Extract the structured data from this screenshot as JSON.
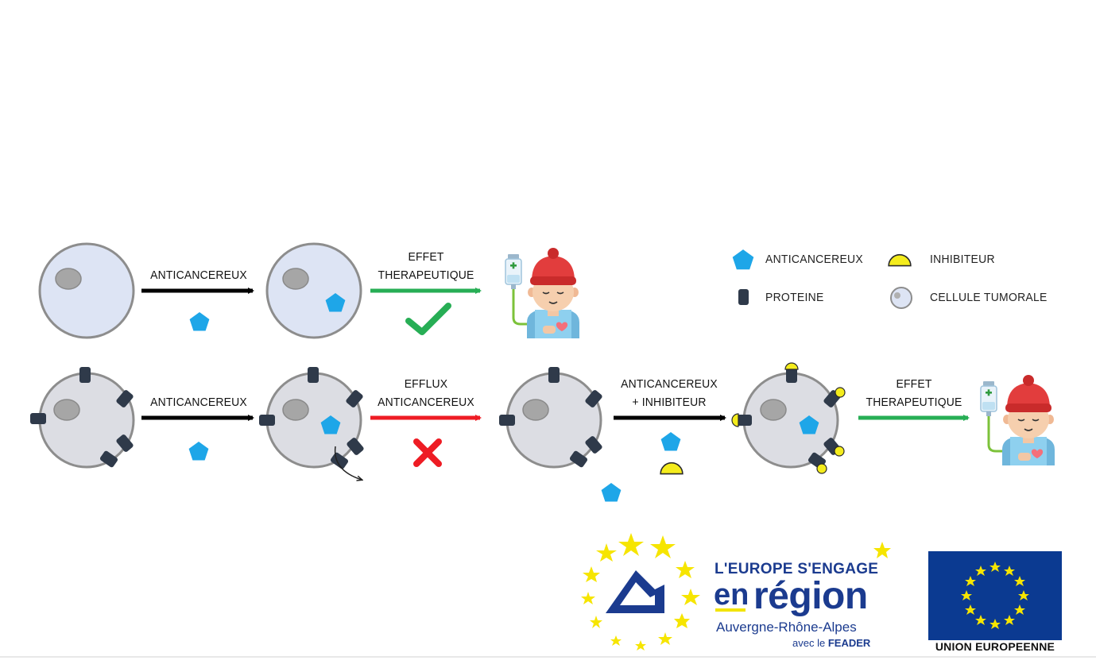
{
  "row1": {
    "arrow1_label": "ANTICANCEREUX",
    "arrow2_label_line1": "EFFET",
    "arrow2_label_line2": "THERAPEUTIQUE"
  },
  "row2": {
    "arrow1_label": "ANTICANCEREUX",
    "arrow2_label_line1": "EFFLUX",
    "arrow2_label_line2": "ANTICANCEREUX",
    "arrow3_label_line1": "ANTICANCEREUX",
    "arrow3_label_line2": "+ INHIBITEUR",
    "arrow4_label_line1": "EFFET",
    "arrow4_label_line2": "THERAPEUTIQUE"
  },
  "legend": {
    "anticancereux": "ANTICANCEREUX",
    "inhibiteur": "INHIBITEUR",
    "proteine": "PROTEINE",
    "cellule": "CELLULE TUMORALE"
  },
  "logos": {
    "europe_line1": "L'EUROPE S'ENGAGE",
    "europe_en": "en",
    "europe_region": "région",
    "europe_ara": "Auvergne-Rhône-Alpes",
    "europe_avec": "avec le",
    "europe_feader": "FEADER",
    "eu_caption": "UNION EUROPEENNE"
  },
  "colors": {
    "drug": "#1ea6e8",
    "inhibitor": "#f4ec1c",
    "protein": "#2f3a4a",
    "cell_fill": "#dde4f4",
    "cell_gray": "#dcdde3",
    "arrow_black": "#000000",
    "arrow_green": "#27ae55",
    "arrow_red": "#ee1c24",
    "eu_blue": "#0b3a91",
    "star_yellow": "#f6e500"
  }
}
